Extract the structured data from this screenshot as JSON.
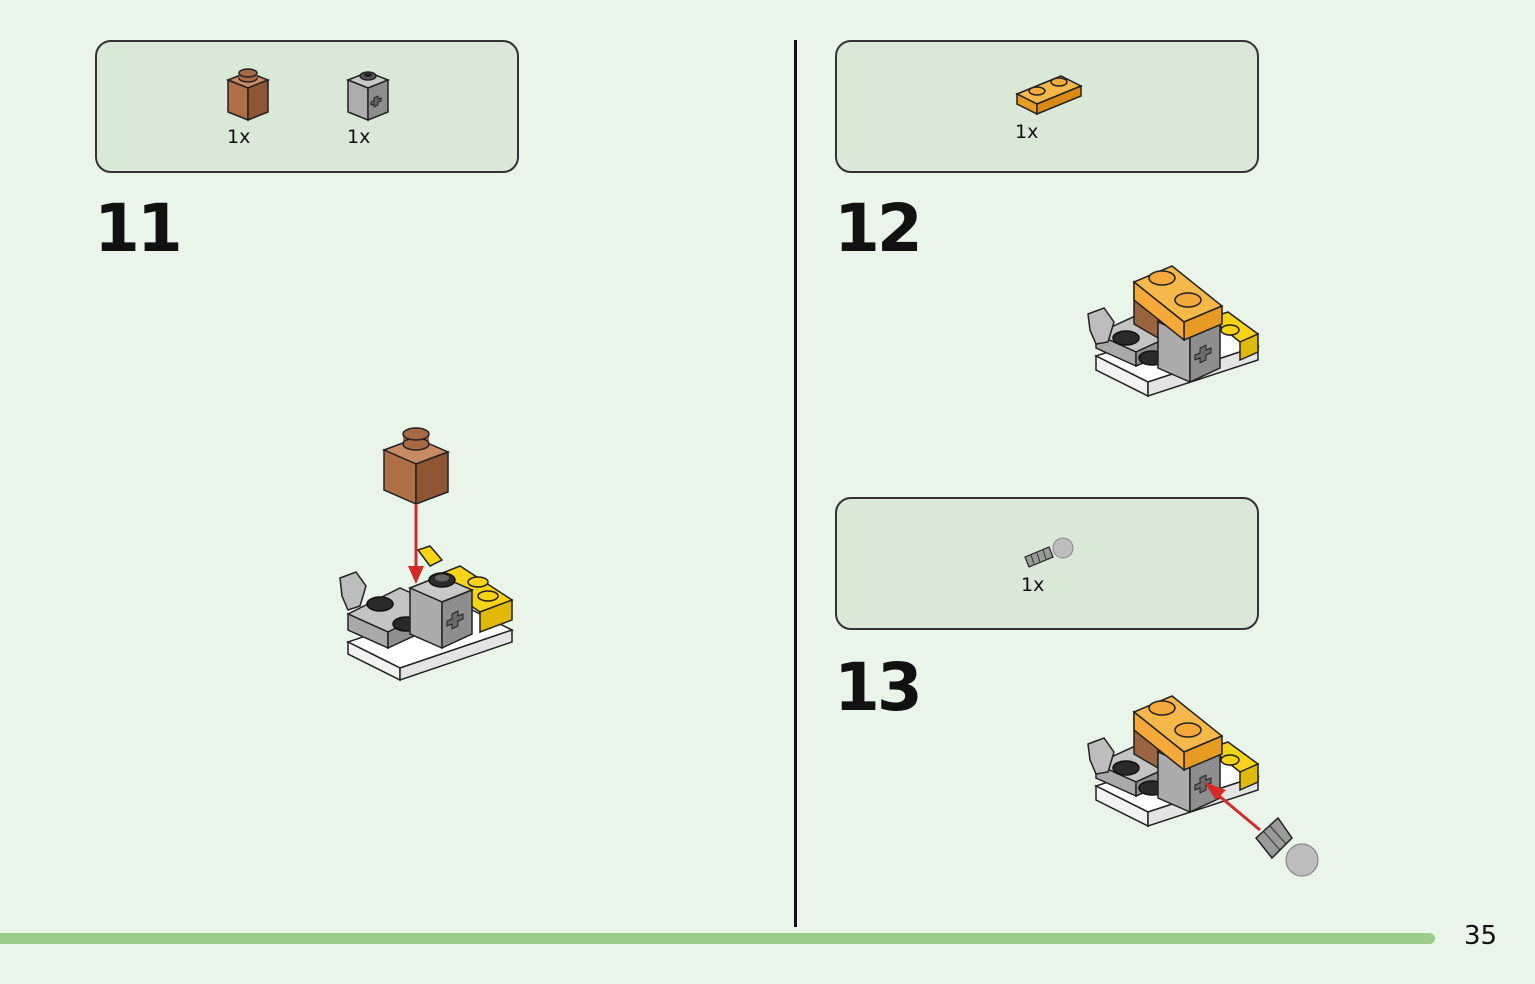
{
  "page_number": "35",
  "colors": {
    "background": "#eaf5ea",
    "parts_box": "#dae8d8",
    "progress_bar": "#9ccc8c",
    "arrow": "#d42a2a",
    "brick_brown": "#a86a45",
    "brick_gray": "#a4a4a4",
    "brick_yellow": "#f7d417",
    "brick_orange": "#f4a93a",
    "brick_white": "#ffffff"
  },
  "steps": [
    {
      "number": "11",
      "parts": [
        {
          "icon": "brown-1x1-brick-icon",
          "qty": "1x"
        },
        {
          "icon": "gray-technic-axle-brick-icon",
          "qty": "1x"
        }
      ]
    },
    {
      "number": "12",
      "parts": [
        {
          "icon": "orange-1x2-plate-icon",
          "qty": "1x"
        }
      ]
    },
    {
      "number": "13",
      "parts": [
        {
          "icon": "gray-ball-joint-pin-icon",
          "qty": "1x"
        }
      ]
    }
  ]
}
